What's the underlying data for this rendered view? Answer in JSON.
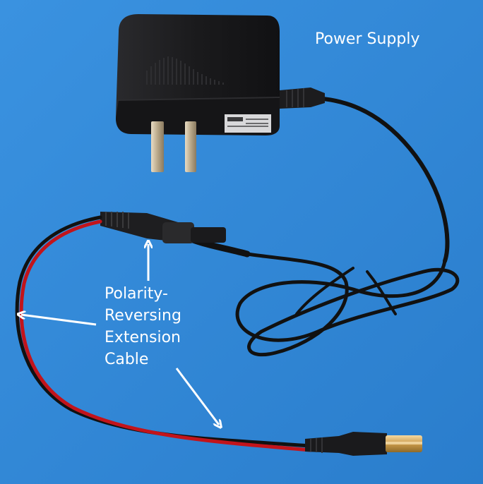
{
  "annotations": {
    "power_supply": "Power Supply",
    "extension_cable": [
      "Polarity-",
      "Reversing",
      "Extension",
      "Cable"
    ]
  },
  "colors": {
    "background": "#2f86d6",
    "adapter_body": "#1c1c1e",
    "black_wire": "#111111",
    "red_wire": "#c2141b",
    "annotation_text": "#ffffff"
  }
}
